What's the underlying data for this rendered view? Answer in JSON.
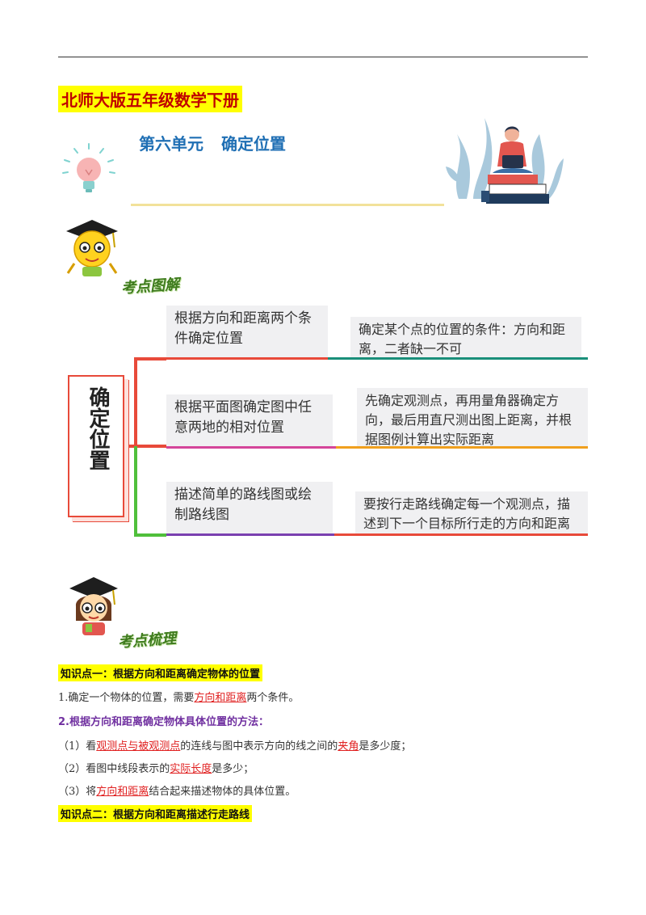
{
  "header": {
    "book_title": "北师大版五年级数学下册",
    "unit_number": "第六单元",
    "unit_name": "确定位置"
  },
  "section_tags": {
    "diagram": "考点图解",
    "outline": "考点梳理"
  },
  "mind_map": {
    "center": "确定位置",
    "branches": [
      {
        "topic": "根据方向和距离两个条件确定位置",
        "detail": "确定某个点的位置的条件：方向和距离，二者缺一不可"
      },
      {
        "topic": "根据平面图确定图中任意两地的相对位置",
        "detail": "先确定观测点，再用量角器确定方向，最后用直尺测出图上距离，并根据图例计算出实际距离"
      },
      {
        "topic": "描述简单的路线图或绘制路线图",
        "detail": "要按行走路线确定每一个观测点，描述到下一个目标所行走的方向和距离"
      }
    ]
  },
  "knowledge": {
    "kp1_title": "知识点一：根据方向和距离确定物体的位置",
    "p1_pre": "1.确定一个物体的位置，需要",
    "p1_hl": "方向和距离",
    "p1_post": "两个条件。",
    "p2_title": "2.根据方向和距离确定物体具体位置的方法：",
    "s1_pre": "（1）看",
    "s1_hl1": "观测点与被观测点",
    "s1_mid": "的连线与图中表示方向的线之间的",
    "s1_hl2": "夹角",
    "s1_post": "是多少度；",
    "s2_pre": "（2）看图中线段表示的",
    "s2_hl": "实际长度",
    "s2_post": "是多少；",
    "s3_pre": "（3）将",
    "s3_hl": "方向和距离",
    "s3_post": "结合起来描述物体的具体位置。",
    "kp2_title": "知识点二：根据方向和距离描述行走路线"
  }
}
